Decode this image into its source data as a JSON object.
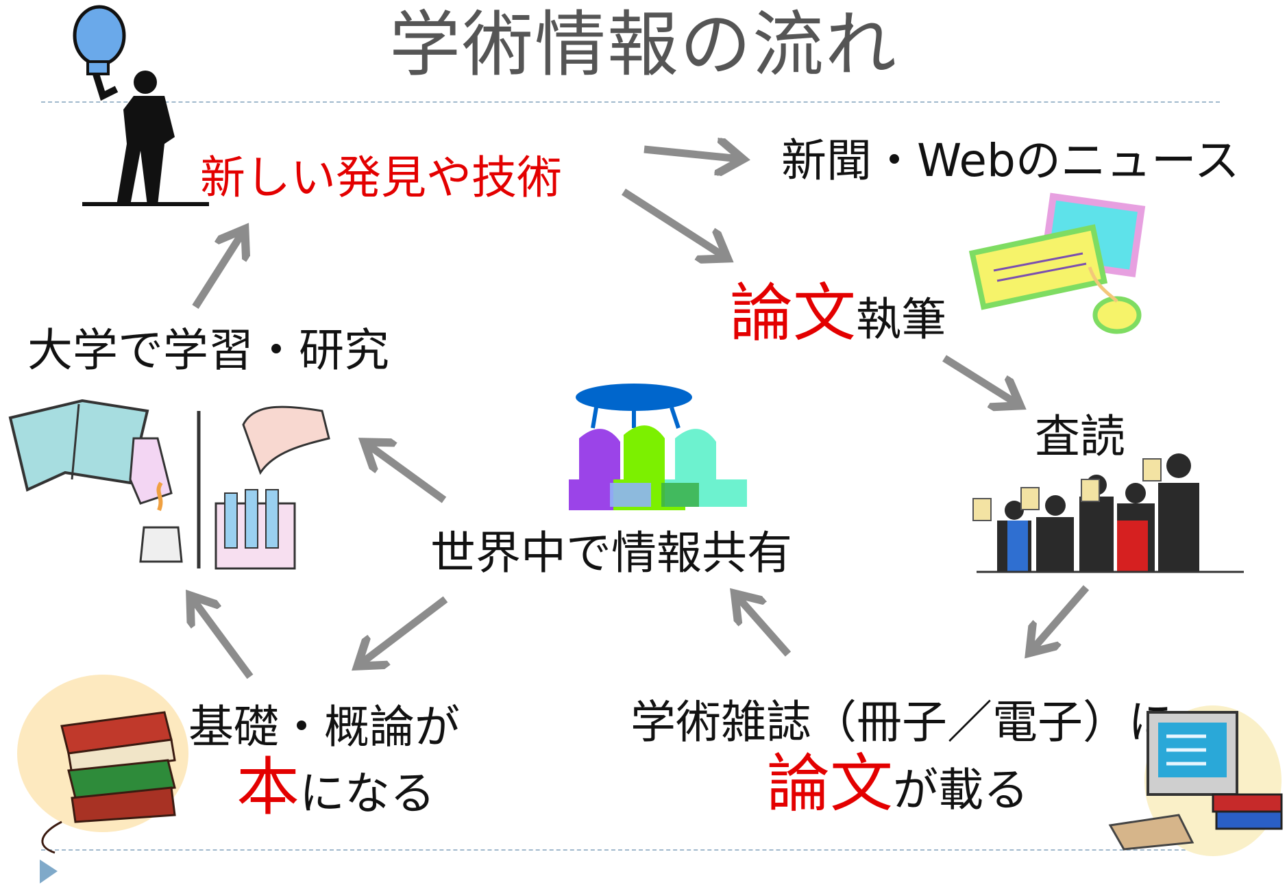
{
  "slide": {
    "title": "学術情報の流れ"
  },
  "nodes": {
    "discovery": "新しい発見や技術",
    "news": "新聞・Webのニュース",
    "paper_writing_a": "論文",
    "paper_writing_b": "執筆",
    "review": "査読",
    "journal_line1": "学術雑誌（冊子／電子）に",
    "journal_line2_a": "論文",
    "journal_line2_b": "が載る",
    "book_line1": "基礎・概論が",
    "book_line2_a": "本",
    "book_line2_b": "になる",
    "study": "大学で学習・研究",
    "share": "世界中で情報共有"
  },
  "colors": {
    "title": "#555555",
    "accent_red": "#e30000",
    "arrow": "#8c8c8c",
    "rule": "#9fb8cc",
    "nav_marker": "#7fa9c9"
  },
  "icons": [
    "idea-person-lightbulb-icon",
    "computer-keyboard-mouse-icon",
    "reviewers-holding-score-cards-icon",
    "computer-journal-books-icon",
    "stacked-books-icon",
    "lab-notebook-experiment-icon",
    "people-sharing-icon",
    "next-slide-marker-icon"
  ]
}
